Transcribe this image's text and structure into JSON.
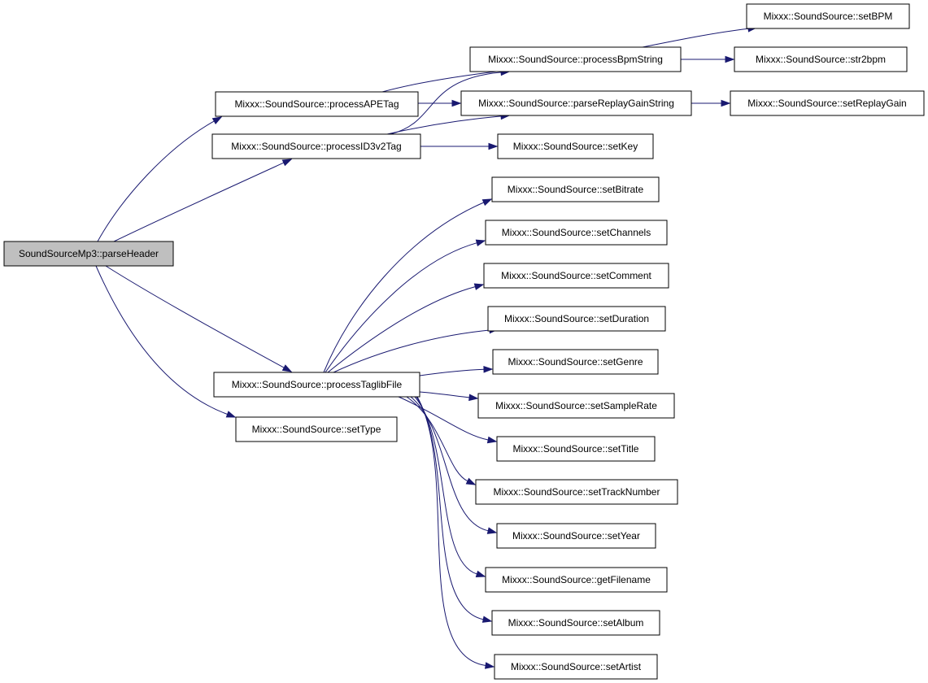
{
  "colors": {
    "edge": "#191970",
    "root_fill": "#bfbfbf",
    "node_fill": "#ffffff",
    "node_stroke": "#000000"
  },
  "nodes": {
    "parseHeader": {
      "label": "SoundSourceMp3::parseHeader"
    },
    "processAPETag": {
      "label": "Mixxx::SoundSource::processAPETag"
    },
    "processID3v2Tag": {
      "label": "Mixxx::SoundSource::processID3v2Tag"
    },
    "processTaglibFile": {
      "label": "Mixxx::SoundSource::processTaglibFile"
    },
    "setType": {
      "label": "Mixxx::SoundSource::setType"
    },
    "processBpmString": {
      "label": "Mixxx::SoundSource::processBpmString"
    },
    "parseReplayGainString": {
      "label": "Mixxx::SoundSource::parseReplayGainString"
    },
    "setKey": {
      "label": "Mixxx::SoundSource::setKey"
    },
    "setBPM": {
      "label": "Mixxx::SoundSource::setBPM"
    },
    "str2bpm": {
      "label": "Mixxx::SoundSource::str2bpm"
    },
    "setReplayGain": {
      "label": "Mixxx::SoundSource::setReplayGain"
    },
    "setBitrate": {
      "label": "Mixxx::SoundSource::setBitrate"
    },
    "setChannels": {
      "label": "Mixxx::SoundSource::setChannels"
    },
    "setComment": {
      "label": "Mixxx::SoundSource::setComment"
    },
    "setDuration": {
      "label": "Mixxx::SoundSource::setDuration"
    },
    "setGenre": {
      "label": "Mixxx::SoundSource::setGenre"
    },
    "setSampleRate": {
      "label": "Mixxx::SoundSource::setSampleRate"
    },
    "setTitle": {
      "label": "Mixxx::SoundSource::setTitle"
    },
    "setTrackNumber": {
      "label": "Mixxx::SoundSource::setTrackNumber"
    },
    "setYear": {
      "label": "Mixxx::SoundSource::setYear"
    },
    "getFilename": {
      "label": "Mixxx::SoundSource::getFilename"
    },
    "setAlbum": {
      "label": "Mixxx::SoundSource::setAlbum"
    },
    "setArtist": {
      "label": "Mixxx::SoundSource::setArtist"
    }
  },
  "edges": [
    [
      "parseHeader",
      "processAPETag"
    ],
    [
      "parseHeader",
      "processID3v2Tag"
    ],
    [
      "parseHeader",
      "processTaglibFile"
    ],
    [
      "parseHeader",
      "setType"
    ],
    [
      "processAPETag",
      "processBpmString"
    ],
    [
      "processAPETag",
      "parseReplayGainString"
    ],
    [
      "processID3v2Tag",
      "processBpmString"
    ],
    [
      "processID3v2Tag",
      "parseReplayGainString"
    ],
    [
      "processID3v2Tag",
      "setKey"
    ],
    [
      "processBpmString",
      "setBPM"
    ],
    [
      "processBpmString",
      "str2bpm"
    ],
    [
      "parseReplayGainString",
      "setReplayGain"
    ],
    [
      "processTaglibFile",
      "setBitrate"
    ],
    [
      "processTaglibFile",
      "setChannels"
    ],
    [
      "processTaglibFile",
      "setComment"
    ],
    [
      "processTaglibFile",
      "setDuration"
    ],
    [
      "processTaglibFile",
      "setGenre"
    ],
    [
      "processTaglibFile",
      "setSampleRate"
    ],
    [
      "processTaglibFile",
      "setTitle"
    ],
    [
      "processTaglibFile",
      "setTrackNumber"
    ],
    [
      "processTaglibFile",
      "setYear"
    ],
    [
      "processTaglibFile",
      "getFilename"
    ],
    [
      "processTaglibFile",
      "setAlbum"
    ],
    [
      "processTaglibFile",
      "setArtist"
    ]
  ]
}
